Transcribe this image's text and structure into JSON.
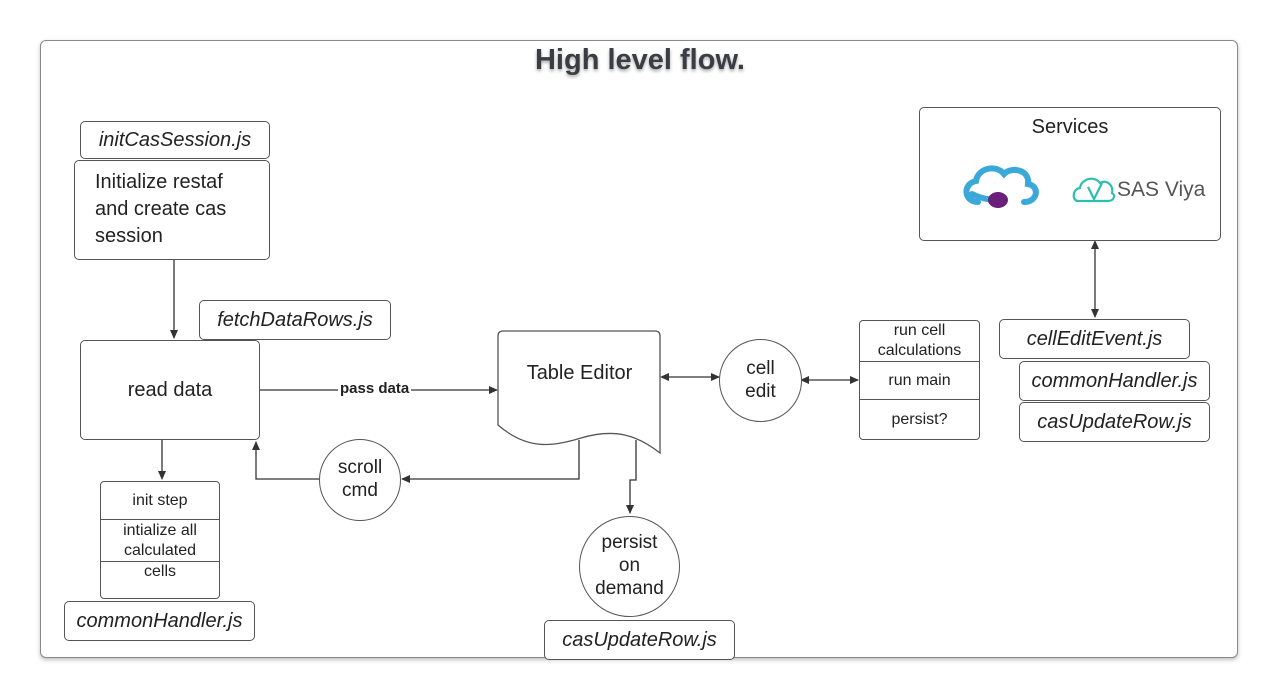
{
  "title": "High level flow.",
  "services": {
    "label": "Services",
    "viya_logo_text": "SAS Viya"
  },
  "files": {
    "init_cas_session": "initCasSession.js",
    "fetch_data_rows": "fetchDataRows.js",
    "common_handler_left": "commonHandler.js",
    "cas_update_row_bottom": "casUpdateRow.js",
    "cell_edit_event": "cellEditEvent.js",
    "common_handler_right": "commonHandler.js",
    "cas_update_row_right": "casUpdateRow.js"
  },
  "nodes": {
    "initialize_lines": [
      "Initialize restaf",
      "and create cas",
      "session"
    ],
    "read_data": "read data",
    "table_editor": "Table Editor",
    "cell_edit_lines": [
      "cell",
      "edit"
    ],
    "scroll_cmd_lines": [
      "scroll",
      "cmd"
    ],
    "persist_lines": [
      "persist",
      "on",
      "demand"
    ]
  },
  "init_step": {
    "rows": [
      "init step",
      "intialize all calculated",
      "cells"
    ]
  },
  "cell_calc": {
    "rows": [
      "run cell calculations",
      "run main",
      "persist?"
    ]
  },
  "edges": {
    "pass_data": "pass data"
  },
  "colors": {
    "cloud_blue": "#3aa8d8",
    "cloud_dot": "#6a1f7a",
    "viya_teal": "#2bbfb0",
    "line": "#333333"
  }
}
